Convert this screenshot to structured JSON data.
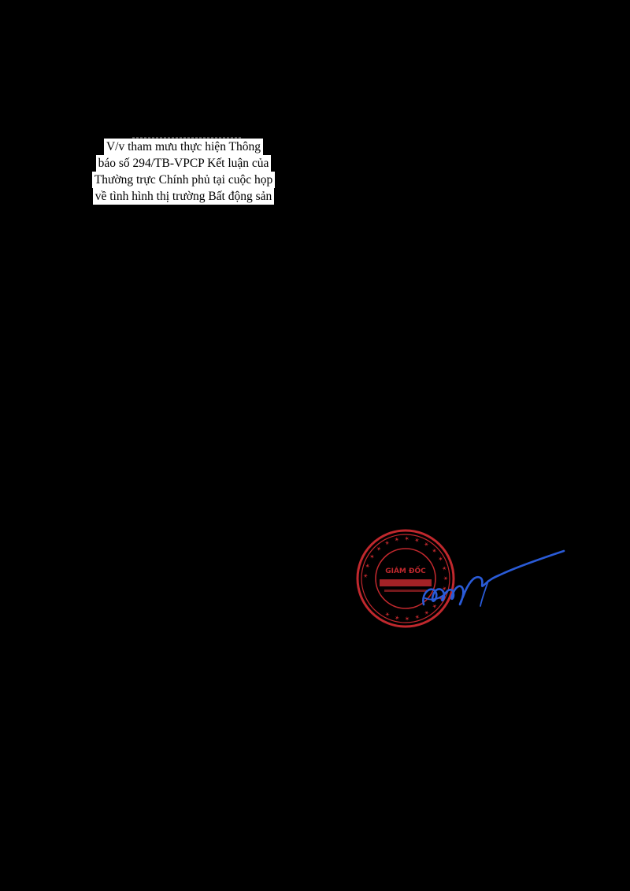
{
  "document": {
    "subject_lines": [
      "V/v tham mưu thực hiện Thông",
      "báo số 294/TB-VPCP Kết luận của",
      "Thường trực Chính phủ tại cuộc họp",
      "về tình hình thị trường Bất động sản"
    ]
  },
  "stamp": {
    "center_text_1": "GIÁM ĐỐC",
    "center_text_2": "",
    "color": "#c0282d"
  },
  "signature": {
    "color": "#2a5bd7"
  },
  "colors": {
    "background": "#000000",
    "text_highlight": "#ffffff",
    "text": "#000000"
  }
}
